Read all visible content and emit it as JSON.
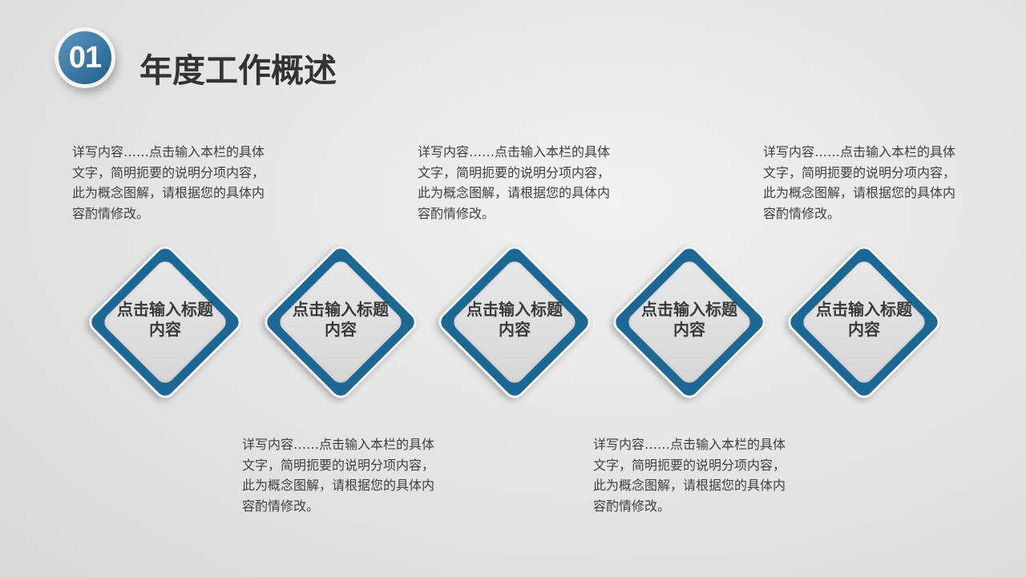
{
  "header": {
    "number": "01",
    "title": "年度工作概述"
  },
  "steps": [
    {
      "title": "点击输入标题内容",
      "description": "详写内容……点击输入本栏的具体文字，简明扼要的说明分项内容，此为概念图解，请根据您的具体内容酌情修改。"
    },
    {
      "title": "点击输入标题内容",
      "description": "详写内容……点击输入本栏的具体文字，简明扼要的说明分项内容，此为概念图解，请根据您的具体内容酌情修改。"
    },
    {
      "title": "点击输入标题内容",
      "description": "详写内容……点击输入本栏的具体文字，简明扼要的说明分项内容，此为概念图解，请根据您的具体内容酌情修改。"
    },
    {
      "title": "点击输入标题内容",
      "description": "详写内容……点击输入本栏的具体文字，简明扼要的说明分项内容，此为概念图解，请根据您的具体内容酌情修改。"
    },
    {
      "title": "点击输入标题内容",
      "description": "详写内容……点击输入本栏的具体文字，简明扼要的说明分项内容，此为概念图解，请根据您的具体内容酌情修改。"
    }
  ],
  "colors": {
    "accent": "#1d6794",
    "badge_light": "#5d95bd",
    "text": "#3f3f3f"
  }
}
